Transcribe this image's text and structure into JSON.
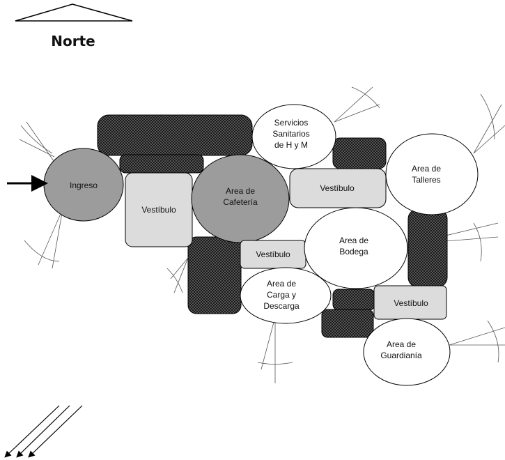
{
  "north_label": "Norte",
  "labels": {
    "ingreso": "Ingreso",
    "vestibulo_left": "Vestíbulo",
    "cafeteria": [
      "Area de",
      "Cafetería"
    ],
    "servicios": [
      "Servicios",
      "Sanitarios",
      "de H y M"
    ],
    "vestibulo_top": "Vestíbulo",
    "talleres": [
      "Area de",
      "Talleres"
    ],
    "vestibulo_mid": "Vestíbulo",
    "bodega": [
      "Area de",
      "Bodega"
    ],
    "carga": [
      "Area de",
      "Carga y",
      "Descarga"
    ],
    "vestibulo_right": "Vestíbulo",
    "guardiania": [
      "Area de",
      "Guardianía"
    ]
  },
  "colors": {
    "dark_pattern": "#303030",
    "grey_circle": "#9c9c9c",
    "light_box": "#dcdcdc",
    "white": "#ffffff",
    "stroke": "#000000"
  }
}
